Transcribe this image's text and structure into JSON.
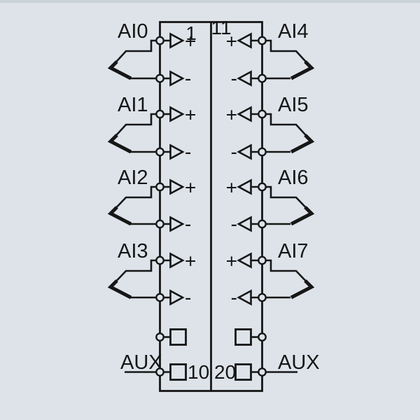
{
  "diagram_title": "analog-input-terminal-connection-diagram",
  "colors": {
    "background": "#dde3e9",
    "top_band": "#cbd3da",
    "line": "#161616"
  },
  "channels": {
    "left": [
      {
        "label": "AI0",
        "plus": "+",
        "minus": "-"
      },
      {
        "label": "AI1",
        "plus": "+",
        "minus": "-"
      },
      {
        "label": "AI2",
        "plus": "+",
        "minus": "-"
      },
      {
        "label": "AI3",
        "plus": "+",
        "minus": "-"
      }
    ],
    "right": [
      {
        "label": "AI4",
        "plus": "+",
        "minus": "-"
      },
      {
        "label": "AI5",
        "plus": "+",
        "minus": "-"
      },
      {
        "label": "AI6",
        "plus": "+",
        "minus": "-"
      },
      {
        "label": "AI7",
        "plus": "+",
        "minus": "-"
      }
    ]
  },
  "terminals": {
    "top_left": "1",
    "top_right": "11",
    "bottom_left": "10",
    "bottom_right": "20"
  },
  "aux": {
    "left_label": "AUX",
    "right_label": "AUX"
  }
}
